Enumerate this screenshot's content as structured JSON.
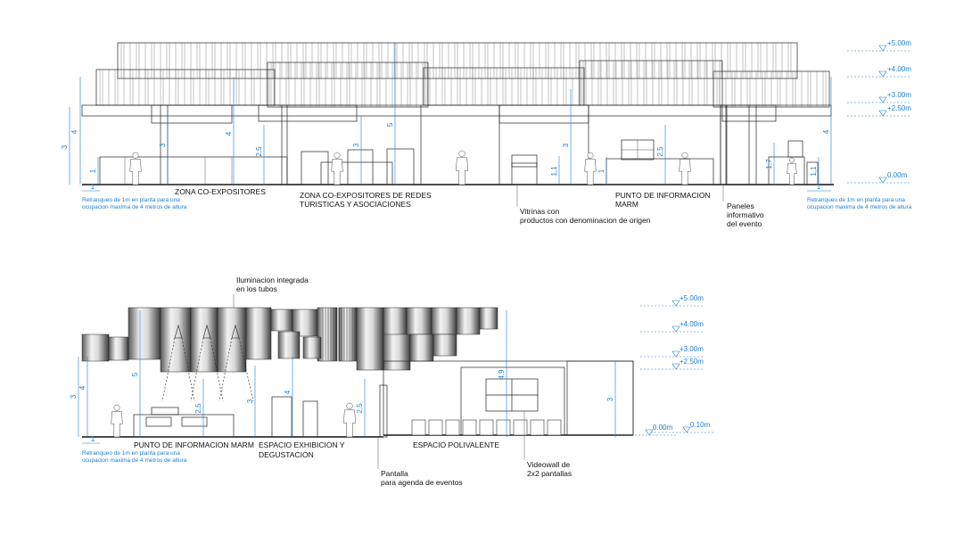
{
  "elevation_top": {
    "labels": {
      "zona_coexp": "ZONA CO-EXPOSITORES",
      "zona_redes_1": "ZONA CO-EXPOSITORES DE REDES",
      "zona_redes_2": "TURISTICAS Y ASOCIACIONES",
      "punto_info_1": "PUNTO DE INFORMACION",
      "punto_info_2": "MARM",
      "vitrinas_1": "Vitrinas con",
      "vitrinas_2": "productos con denominacion de origen",
      "paneles_1": "Paneles",
      "paneles_2": "informativo",
      "paneles_3": "del evento",
      "retranqueo_l_1": "Retranqueo de 1m en planta para una",
      "retranqueo_l_2": "ocupacion maxima de 4 metros de altura",
      "retranqueo_r_1": "Retranqueo de 1m en planta para una",
      "retranqueo_r_2": "ocupacion maxima de 4 metros de altura"
    },
    "levels": [
      "+5.00m",
      "+4.00m",
      "+3.00m",
      "+2.50m",
      "0.00m"
    ],
    "dims": [
      "3",
      "4",
      "1",
      "3",
      "4",
      "2,5",
      "3",
      "5",
      "3",
      "1,1",
      "1",
      "2,5",
      "1,7",
      "1,1",
      "4",
      "1",
      "1"
    ]
  },
  "elevation_bottom": {
    "labels": {
      "iluminacion_1": "Iluminacion integrada",
      "iluminacion_2": "en los tubos",
      "punto_info": "PUNTO DE INFORMACION MARM",
      "espacio_exhib_1": "ESPACIO EXHIBICION Y",
      "espacio_exhib_2": "DEGUSTACION",
      "espacio_poli": "ESPACIO POLIVALENTE",
      "pantalla_1": "Pantalla",
      "pantalla_2": "para agenda de eventos",
      "videowall_1": "Videowall de",
      "videowall_2": "2x2 pantallas",
      "retranqueo_1": "Retranqueo de 1m en planta para una",
      "retranqueo_2": "ocupacion maxima de 4 metros de altura"
    },
    "levels": [
      "+5.00m",
      "+4.00m",
      "+3.00m",
      "+2.50m",
      "0.00m",
      "0.10m"
    ],
    "dims": [
      "3",
      "4",
      "5",
      "2,5",
      "3",
      "4",
      "2,5",
      "4,9",
      "3",
      "1"
    ]
  }
}
